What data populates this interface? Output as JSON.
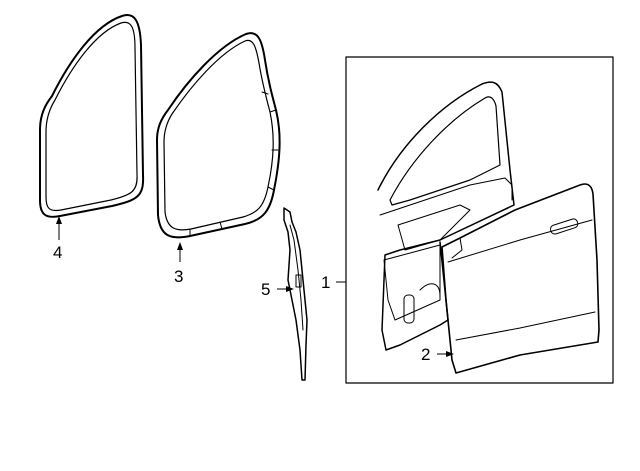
{
  "diagram": {
    "callouts": [
      {
        "id": "callout-1",
        "text": "1"
      },
      {
        "id": "callout-2",
        "text": "2"
      },
      {
        "id": "callout-3",
        "text": "3"
      },
      {
        "id": "callout-4",
        "text": "4"
      },
      {
        "id": "callout-5",
        "text": "5"
      }
    ],
    "colors": {
      "line": "#000000",
      "background": "#ffffff"
    }
  }
}
